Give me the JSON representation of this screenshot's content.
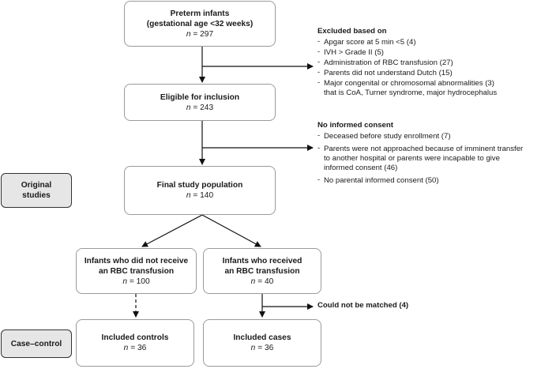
{
  "boxes": {
    "preterm": {
      "title_line1": "Preterm infants",
      "title_line2": "(gestational age <32 weeks)",
      "n_label": "n",
      "n_value": "= 297"
    },
    "eligible": {
      "title": "Eligible for inclusion",
      "n_label": "n",
      "n_value": "= 243"
    },
    "final": {
      "title": "Final study population",
      "n_label": "n",
      "n_value": "= 140"
    },
    "no_rbc": {
      "title_line1": "Infants who did not receive",
      "title_line2": "an RBC transfusion",
      "n_label": "n",
      "n_value": "= 100"
    },
    "rbc": {
      "title_line1": "Infants who received",
      "title_line2": "an RBC transfusion",
      "n_label": "n",
      "n_value": "= 40"
    },
    "controls": {
      "title": "Included controls",
      "n_label": "n",
      "n_value": "= 36"
    },
    "cases": {
      "title": "Included cases",
      "n_label": "n",
      "n_value": "= 36"
    }
  },
  "side_labels": {
    "original": {
      "line1": "Original",
      "line2": "studies"
    },
    "case_control": "Case–control"
  },
  "exclusions_1": {
    "header": "Excluded based on",
    "items": [
      "Apgar score at 5 min <5 (4)",
      "IVH > Grade II (5)",
      "Administration of RBC transfusion (27)",
      "Parents did not understand Dutch (15)"
    ],
    "item5_line1": "Major congenital or chromosomal abnormalities (3)",
    "item5_line2": "that is CoA, Turner syndrome, major hydrocephalus"
  },
  "exclusions_2": {
    "header": "No informed consent",
    "item1": "Deceased before study enrollment (7)",
    "item2_line1": "Parents were not approached because of imminent transfer",
    "item2_line2": "to another hospital or parents were incapable to give",
    "item2_line3": "informed consent (46)",
    "item3": "No parental informed consent (50)"
  },
  "not_matched": "Could not be matched (4)"
}
